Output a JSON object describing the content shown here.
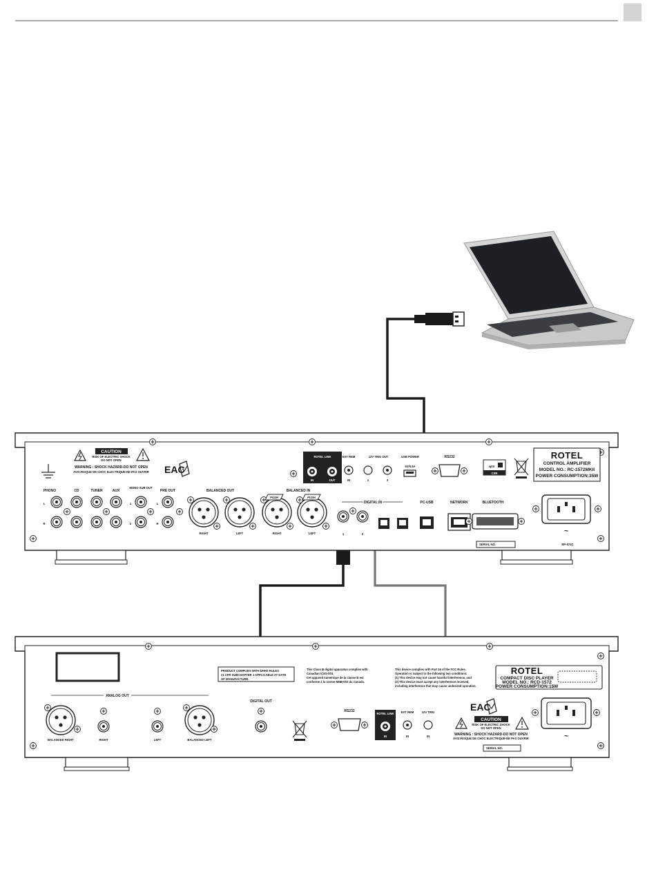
{
  "amp": {
    "ground_label": "",
    "caution": {
      "title": "CAUTION",
      "line1": "RISK OF ELECTRIC SHOCK",
      "line2": "DO NOT OPEN",
      "warning": "WARNING : SHOCK HAZARD-DO NOT OPEN",
      "avis": "AVIS:RISQUE DE CHOC ELECTRIQUE-NE PAS OUVRIR"
    },
    "eac": "EAC",
    "rotel_link": {
      "title": "ROTEL LINK",
      "in": "IN",
      "out": "OUT"
    },
    "ext_rem": {
      "title": "EXT REM",
      "in": "IN"
    },
    "trig_out": {
      "title": "12V TRIG OUT",
      "one": "1",
      "two": "2"
    },
    "usb_power": {
      "title": "USB POWER",
      "rating": "5V/0.5A"
    },
    "rs232": "RS232",
    "aptx": {
      "logo": "aptX",
      "csr": "CSR"
    },
    "badge": {
      "brand": "ROTEL",
      "line1": "CONTROL AMPLIFIER",
      "line2": "MODEL NO.: RC-1572MKII",
      "line3": "POWER CONSUMPTION:35W"
    },
    "inputs": {
      "phono": "PHONO",
      "cd": "CD",
      "tuner": "TUNER",
      "aux": "AUX",
      "mono_sub_out": "MONO SUB OUT",
      "pre_out": "PRE OUT",
      "balanced_out": "BALANCED OUT",
      "balanced_in": "BALANCED IN",
      "l": "L",
      "r": "R",
      "sub1": "1",
      "sub2": "2",
      "right": "RIGHT",
      "left": "LEFT",
      "push": "PUSH"
    },
    "digital_in": {
      "title": "DIGITAL IN",
      "one": "1",
      "two": "2"
    },
    "pc_usb": "PC-USB",
    "network": "NETWORK",
    "bluetooth": "BLUETOOTH",
    "serial": "SERIAL NO.",
    "model_code": "RP-574C",
    "tilde": "~"
  },
  "cd": {
    "analog_out": "ANALOG OUT",
    "balanced_right": "BALANCED RIGHT",
    "right": "RIGHT",
    "left": "LEFT",
    "balanced_left": "BALANCED LEFT",
    "product_notice": [
      "PRODUCT COMPLIES WITH DHHS RULES",
      "21 CFR SUBCHAPTER J APPLICABLE AT DATE",
      "OF MANUFACTURE."
    ],
    "digital_out": "DIGITAL OUT",
    "canada_notice": [
      "This Class B digital apparatus complies with",
      "Canadian ICES-003.",
      "Cet appareil numérique de la classe B est",
      "conforme à la norme NMB-003 du Canada."
    ],
    "fcc_notice": [
      "This device complies with Part 15 of the FCC Rules.",
      "Operation is subject to the following two conditions:",
      "(1) This device may not cause harmful interference, and",
      "(2) This device must accept any interference received,",
      "including interference that may cause undesired operation."
    ],
    "rs232": "RS232",
    "rotel_link": {
      "title": "ROTEL LINK",
      "in": "IN"
    },
    "ext_rem": {
      "title": "EXT REM",
      "in": "IN"
    },
    "trig": {
      "title": "12V TRIG",
      "in": "IN"
    },
    "eac": "EAC",
    "badge": {
      "brand": "ROTEL",
      "line1": "COMPACT DISC PLAYER",
      "line2": "MODEL NO.: RCD-1572",
      "line3": "POWER CONSUMPTION:15W"
    },
    "caution": {
      "title": "CAUTION",
      "line1": "RISK OF ELECTRIC SHOCK",
      "line2": "DO NOT OPEN",
      "warning": "WARNING : SHOCK HAZARD-DO NOT OPEN",
      "avis": "AVIS:RISQUE DE CHOC ELECTRIQUE-NE PAS OUVRIR"
    },
    "serial": "SERIAL NO.",
    "tilde": "~"
  },
  "colors": {
    "panel_stroke": "#222222",
    "cable_black": "#1a1a1a",
    "cable_gray": "#777777",
    "laptop_body": "#cfcfcf",
    "laptop_screen": "#1c1f24"
  }
}
